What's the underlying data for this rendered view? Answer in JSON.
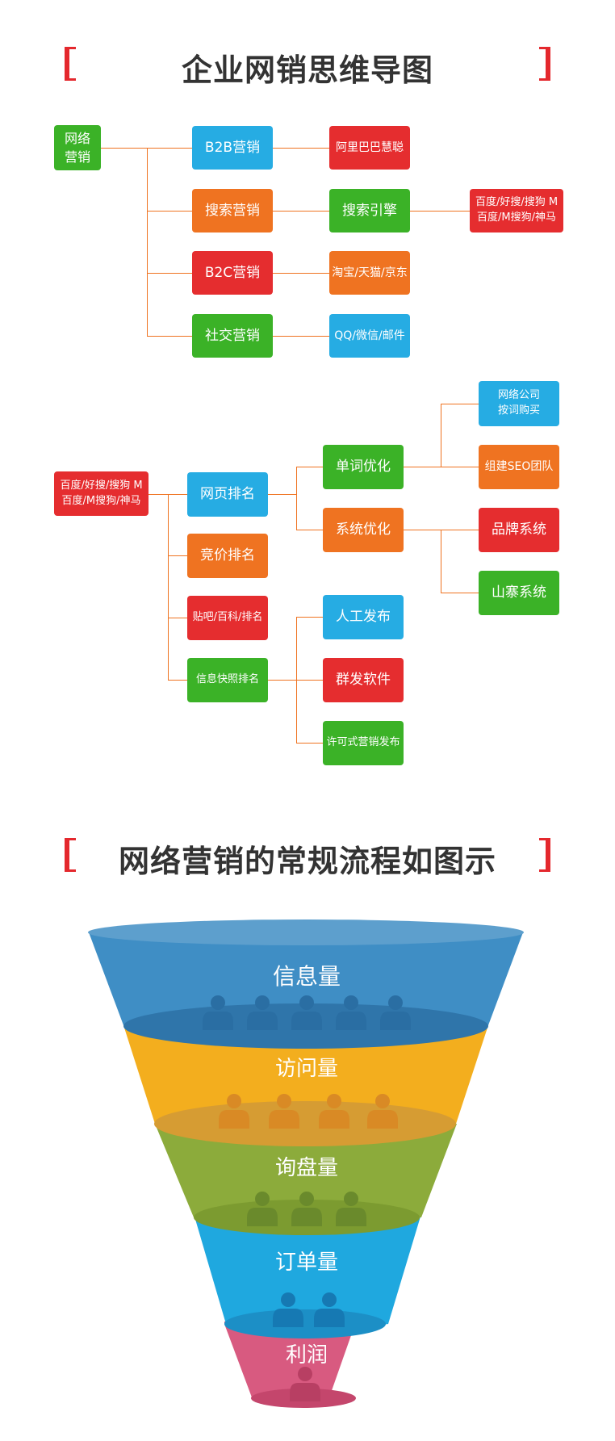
{
  "section1": {
    "title": "企业网销思维导图",
    "root": "网络营销",
    "b2b": "B2B营销",
    "b2b_child": "阿里巴巴慧聪",
    "search": "搜索营销",
    "search_engine": "搜索引擎",
    "search_engine_child": "百度/好搜/搜狗 M百度/M搜狗/神马",
    "b2c": "B2C营销",
    "b2c_child": "淘宝/天猫/京东",
    "social": "社交营销",
    "social_child": "QQ/微信/邮件"
  },
  "section2": {
    "root": "百度/好搜/搜狗 M百度/M搜狗/神马",
    "webpage_rank": "网页排名",
    "word_opt": "单词优化",
    "company_buy": "网络公司 按词购买",
    "seo_team": "组建SEO团队",
    "system_opt": "系统优化",
    "brand_system": "品牌系统",
    "copy_system": "山寨系统",
    "bid_rank": "竞价排名",
    "tieba_rank": "贴吧/百科/排名",
    "snapshot_rank": "信息快照排名",
    "manual_post": "人工发布",
    "bulk_software": "群发软件",
    "licensed_post": "许可式营销发布"
  },
  "section3": {
    "title": "网络营销的常规流程如图示",
    "stages": [
      "信息量",
      "访问量",
      "询盘量",
      "订单量",
      "利润"
    ]
  },
  "colors": {
    "accent_red": "#e4282d",
    "green": "#3bb227",
    "blue": "#26ace3",
    "orange": "#ef7321",
    "red": "#e52d2f",
    "funnel": [
      "#3f8ec5",
      "#f3ae1e",
      "#8cab3b",
      "#1fa8df",
      "#d85a80"
    ]
  }
}
